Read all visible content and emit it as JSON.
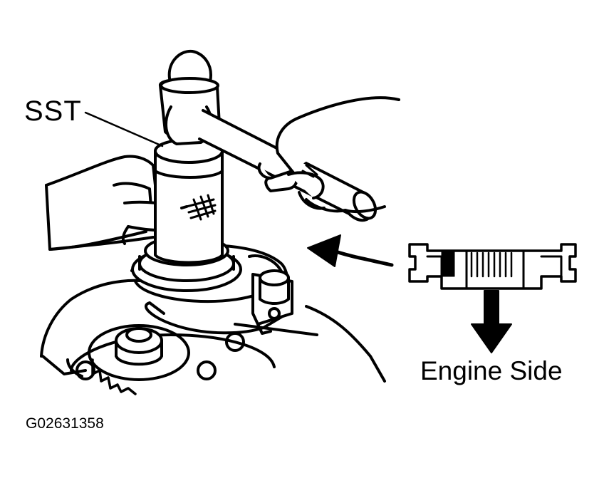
{
  "labels": {
    "sst": "SST",
    "engine_side": "Engine Side",
    "figure_id": "G02631358"
  },
  "colors": {
    "ink": "#000000",
    "paper": "#ffffff"
  }
}
